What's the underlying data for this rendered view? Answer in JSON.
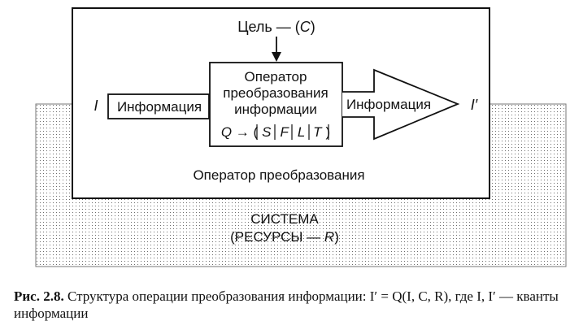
{
  "diagram": {
    "goal_label": "Цель — (",
    "goal_symbol": "C",
    "goal_close": ")",
    "input_symbol": "I",
    "output_symbol": "I′",
    "input_info_label": "Информация",
    "output_info_label": "Информация",
    "operator_box_lines": [
      "Оператор",
      "преобразования",
      "информации"
    ],
    "operator_formula": {
      "q": "Q",
      "arrow": " → (",
      "s": "S",
      "f": "F",
      "l": "L",
      "t": "T",
      "close": ")"
    },
    "operator_outer_label": "Оператор преобразования",
    "system_label": "СИСТЕМА",
    "resources_label": "(РЕСУРСЫ — ",
    "resources_symbol": "R",
    "resources_close": ")"
  },
  "caption": {
    "lead": "Рис. 2.8.",
    "text": "Структура операции преобразования информации: I′ = Q(I, C, R), где I, I′ — кванты информации"
  }
}
